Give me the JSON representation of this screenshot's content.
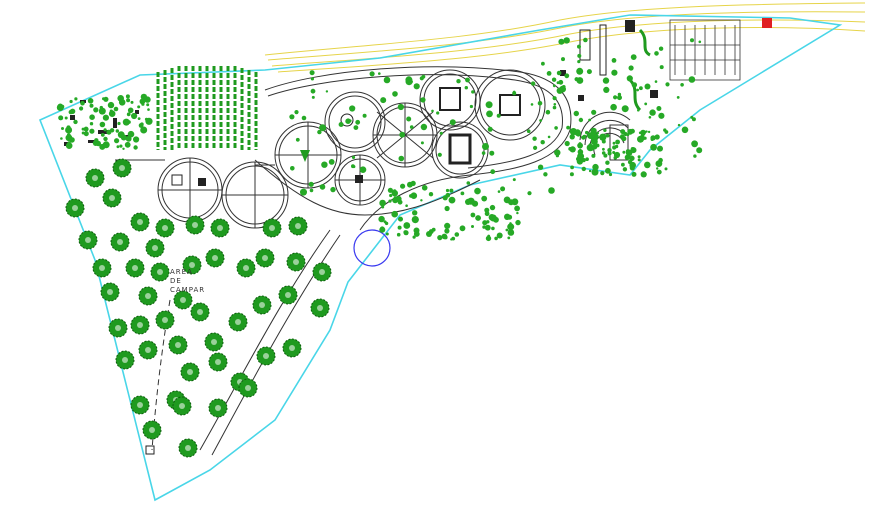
{
  "labels": {
    "area_line1": "AREA",
    "area_line2": "DE",
    "area_line3": "CAMPAR"
  },
  "colors": {
    "boundary": "#49d6e8",
    "river": "#e6d44a",
    "tree": "#1f9a1f",
    "shrub": "#26a926",
    "line": "#333333",
    "pond": "#3a3af0",
    "accent_red": "#e02020"
  },
  "icons": [
    "tree-symbol",
    "shrub-dot",
    "circular-plaza",
    "pond-circle",
    "parking-bay"
  ]
}
